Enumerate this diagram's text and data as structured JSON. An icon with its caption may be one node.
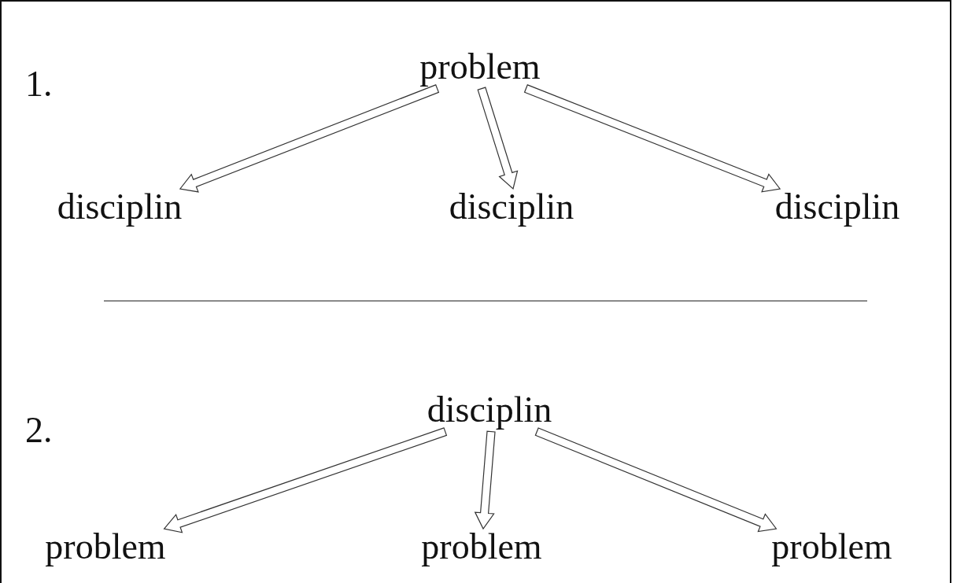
{
  "diagram": {
    "nodes": [
      {
        "text": [
          "problem"
        ]
      },
      {
        "text": [
          "disciplin"
        ]
      },
      {
        "text": [
          "disciplin"
        ]
      },
      {
        "text": [
          "disciplin"
        ]
      },
      {
        "text": [
          "disciplin"
        ]
      },
      {
        "text": [
          "problem"
        ]
      },
      {
        "text": [
          "problem"
        ]
      },
      {
        "text": [
          "problem"
        ]
      }
    ],
    "edges": [
      {
        "from": 0,
        "to": 1,
        "arrow": "to"
      },
      {
        "from": 0,
        "to": 2,
        "arrow": "to"
      },
      {
        "from": 0,
        "to": 3,
        "arrow": "to"
      },
      {
        "from": 4,
        "to": 5,
        "arrow": "to"
      },
      {
        "from": 4,
        "to": 6,
        "arrow": "to"
      },
      {
        "from": 4,
        "to": 7,
        "arrow": "to"
      }
    ],
    "labels": [
      "1.",
      "2."
    ]
  }
}
